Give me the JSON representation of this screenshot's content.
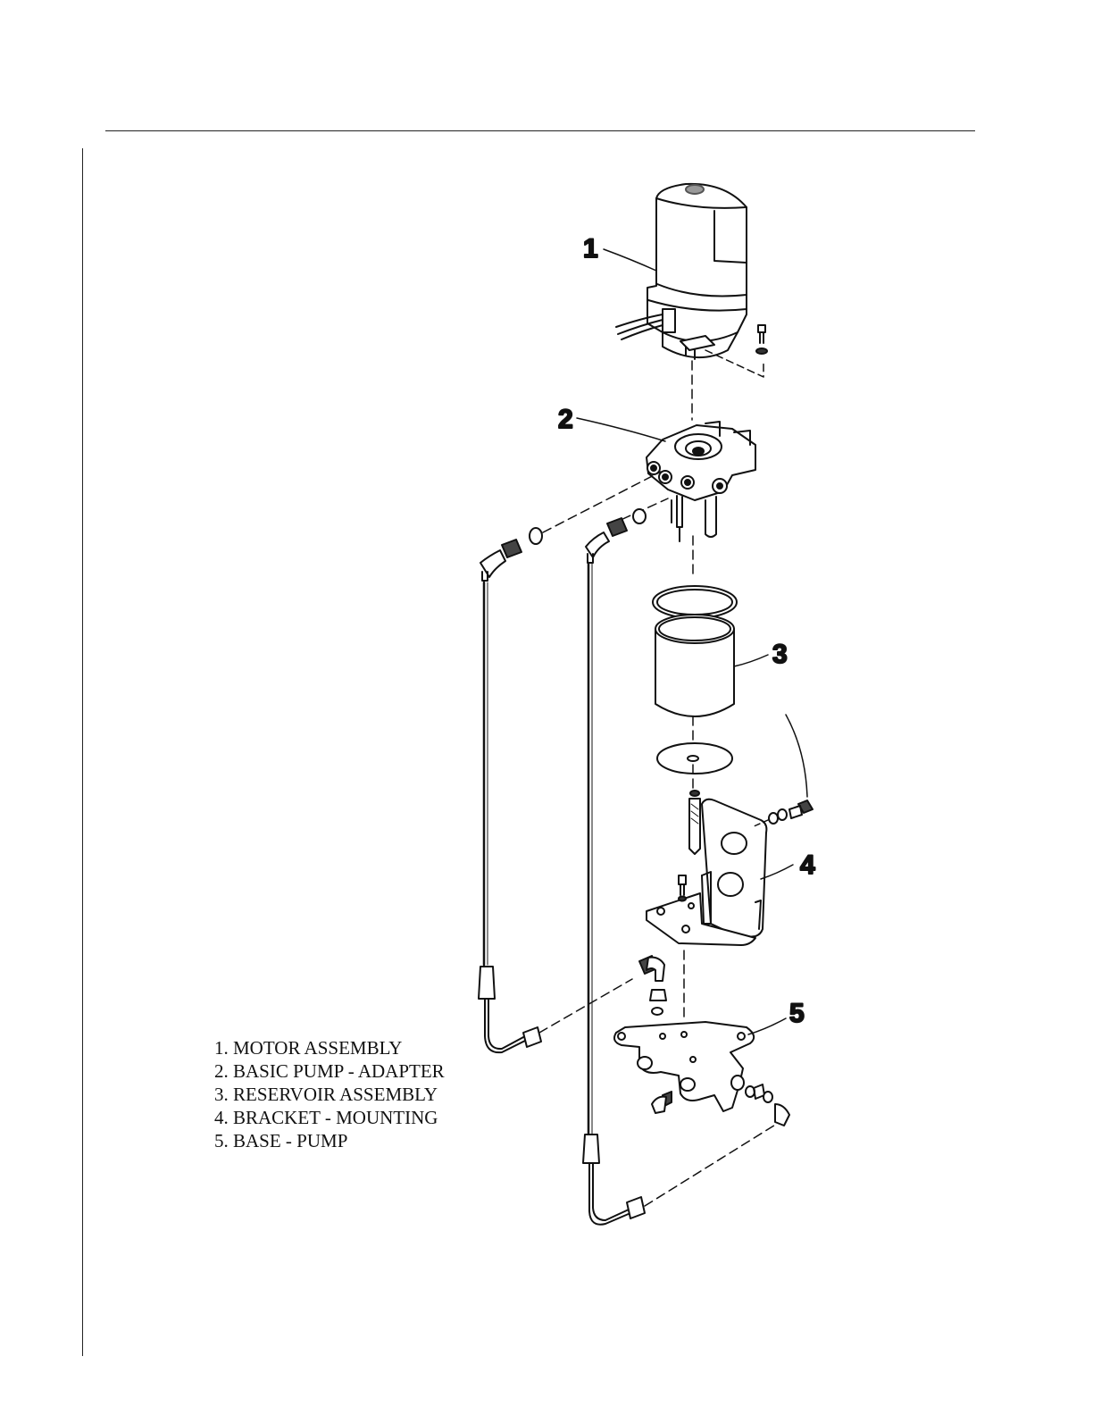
{
  "callouts": [
    "1",
    "2",
    "3",
    "4",
    "5"
  ],
  "legend": [
    "1. MOTOR ASSEMBLY",
    "2. BASIC PUMP - ADAPTER",
    "3. RESERVOIR ASSEMBLY",
    "4. BRACKET - MOUNTING",
    "5. BASE - PUMP"
  ]
}
